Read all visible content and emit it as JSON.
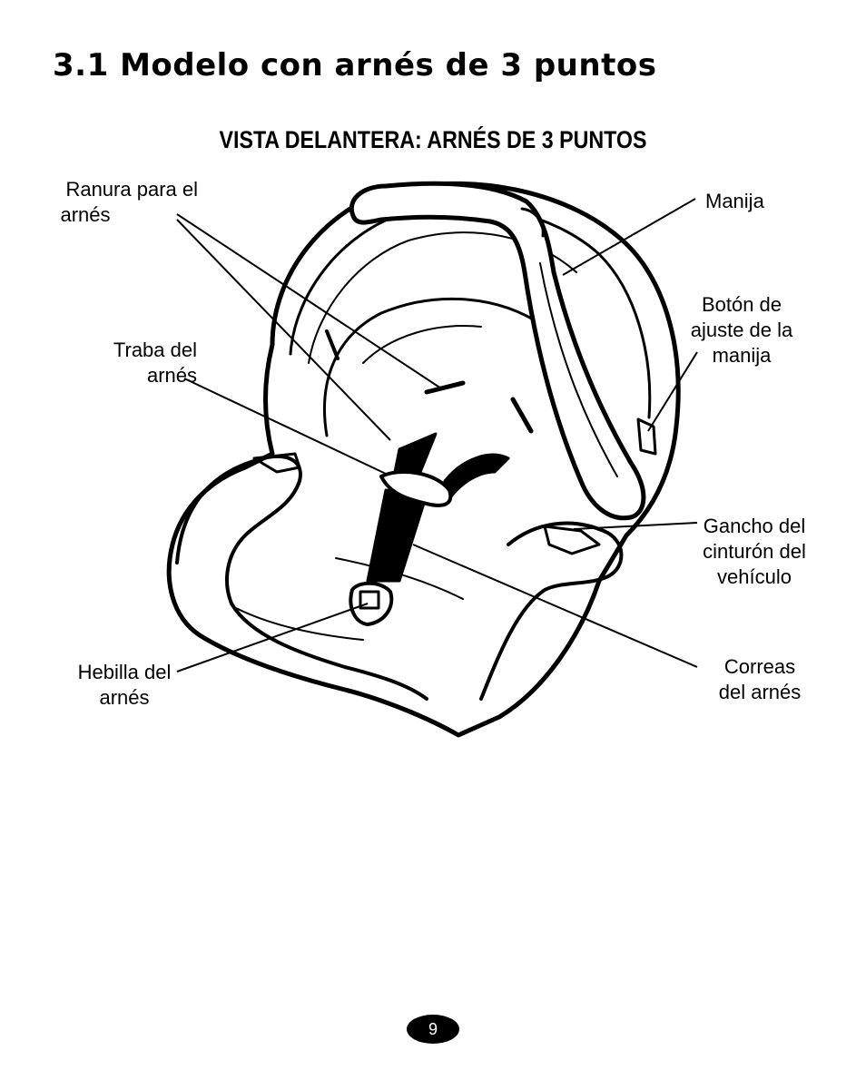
{
  "page": {
    "title": "3.1 Modelo con arnés de 3 puntos",
    "subtitle": "VISTA DELANTERA: ARNÉS DE 3 PUNTOS",
    "page_number": "9"
  },
  "labels": {
    "ranura": [
      "Ranura para el",
      "arnés"
    ],
    "traba": [
      "Traba del",
      "arnés"
    ],
    "hebilla": [
      "Hebilla del",
      "arnés"
    ],
    "manija": [
      "Manija"
    ],
    "boton": [
      "Botón de",
      "ajuste de la",
      "manija"
    ],
    "gancho": [
      "Gancho del",
      "cinturón del",
      "vehículo"
    ],
    "correas": [
      "Correas",
      "del arnés"
    ]
  },
  "colors": {
    "ink": "#000000",
    "paper": "#ffffff"
  }
}
